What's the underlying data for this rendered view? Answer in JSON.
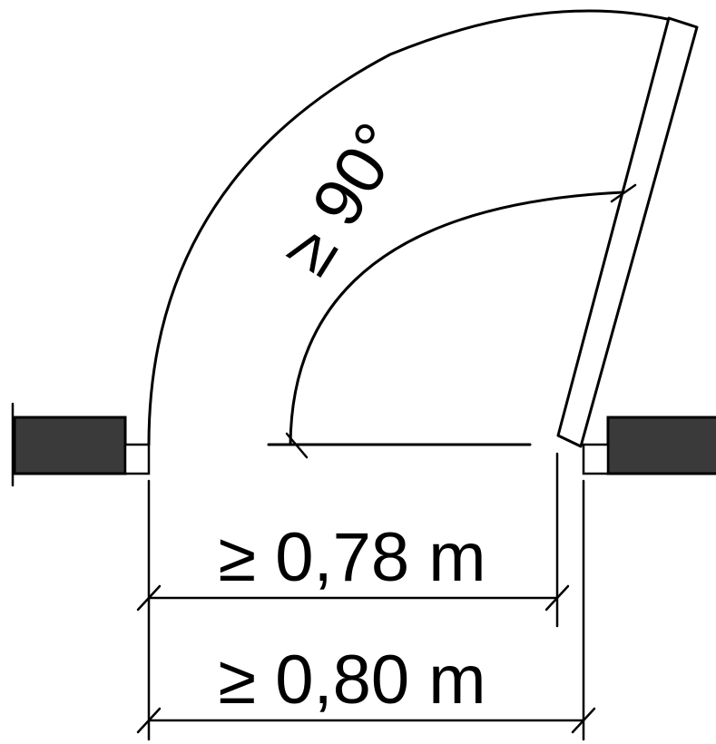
{
  "diagram": {
    "angle_label": "≥ 90°",
    "clear_width_label": "≥ 0,78 m",
    "door_width_label": "≥ 0,80 m",
    "colors": {
      "wall_fill": "#3a3a3a",
      "line": "#000000",
      "background": "#ffffff"
    }
  }
}
